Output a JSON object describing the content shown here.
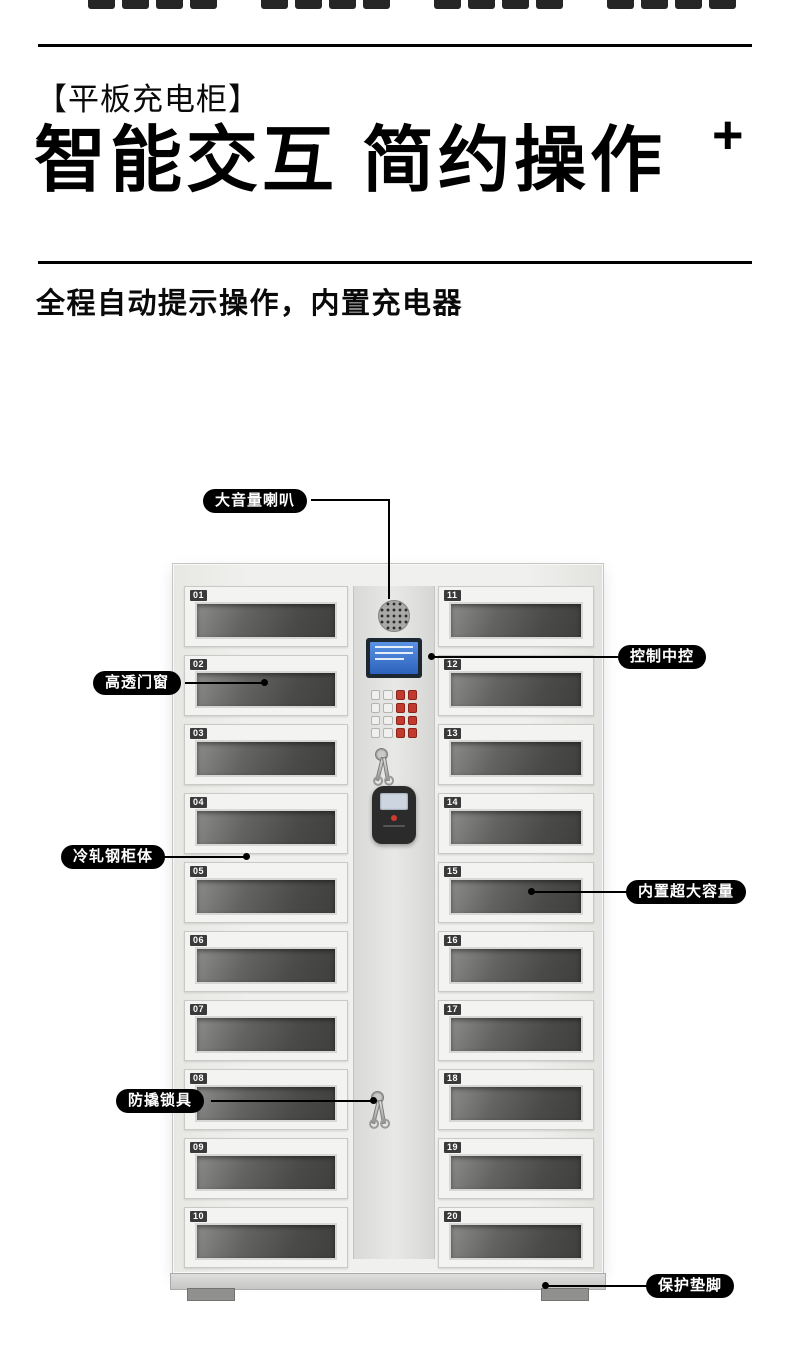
{
  "header": {
    "bracket_title": "【平板充电柜】",
    "main_title": "智能交互 简约操作",
    "plus_mark": "+",
    "subtitle": "全程自动提示操作，内置充电器"
  },
  "cabinet": {
    "left_doors": [
      "01",
      "02",
      "03",
      "04",
      "05",
      "06",
      "07",
      "08",
      "09",
      "10"
    ],
    "right_doors": [
      "11",
      "12",
      "13",
      "14",
      "15",
      "16",
      "17",
      "18",
      "19",
      "20"
    ]
  },
  "callouts": [
    {
      "id": "speaker",
      "label": "大音量喇叭"
    },
    {
      "id": "control-panel",
      "label": "控制中控"
    },
    {
      "id": "door-window",
      "label": "高透门窗"
    },
    {
      "id": "steel-body",
      "label": "冷轧钢柜体"
    },
    {
      "id": "capacity",
      "label": "内置超大容量"
    },
    {
      "id": "anti-pry-lock",
      "label": "防撬锁具"
    },
    {
      "id": "protective-feet",
      "label": "保护垫脚"
    }
  ],
  "colors": {
    "accent_black": "#000000",
    "cabinet_body": "#f0f0ee",
    "door_glass": "#4a4a48",
    "lcd_blue": "#3a78d6",
    "keypad_red": "#c23a2e"
  }
}
